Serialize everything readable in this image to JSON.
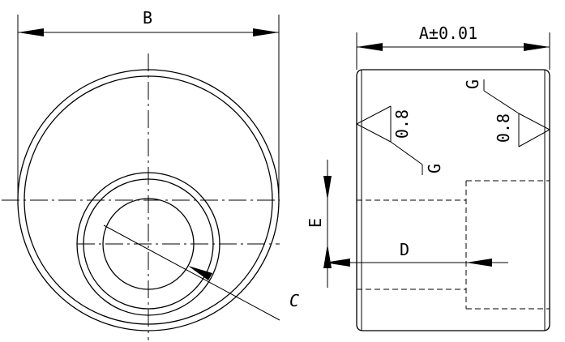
{
  "labels": {
    "dim_b": "B",
    "dim_a": "A±0.01",
    "dim_c": "C",
    "dim_d": "D",
    "dim_e": "E",
    "rough_left_value": "0.8",
    "rough_left_letter": "G",
    "rough_right_value": "0.8",
    "rough_right_letter": "G"
  }
}
